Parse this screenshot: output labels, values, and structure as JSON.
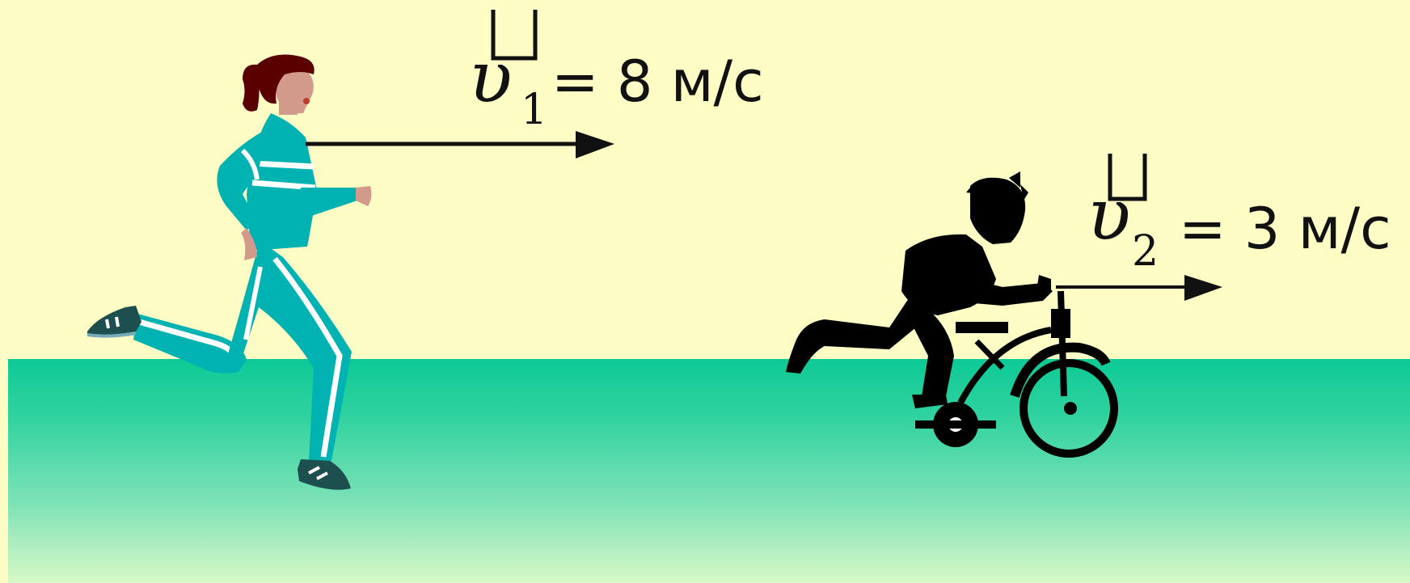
{
  "scene": {
    "background_color": "#fcfcc4",
    "ground_color": "#0dca96",
    "runner": {
      "symbol": "υ",
      "subscript": "1",
      "value_text": "= 8 м/с",
      "icon": "running-woman-icon",
      "outfit_color": "#00b2b2"
    },
    "cyclist": {
      "symbol": "υ",
      "subscript": "2",
      "value_text": "= 3 м/с",
      "icon": "boy-on-bicycle-silhouette-icon"
    }
  }
}
